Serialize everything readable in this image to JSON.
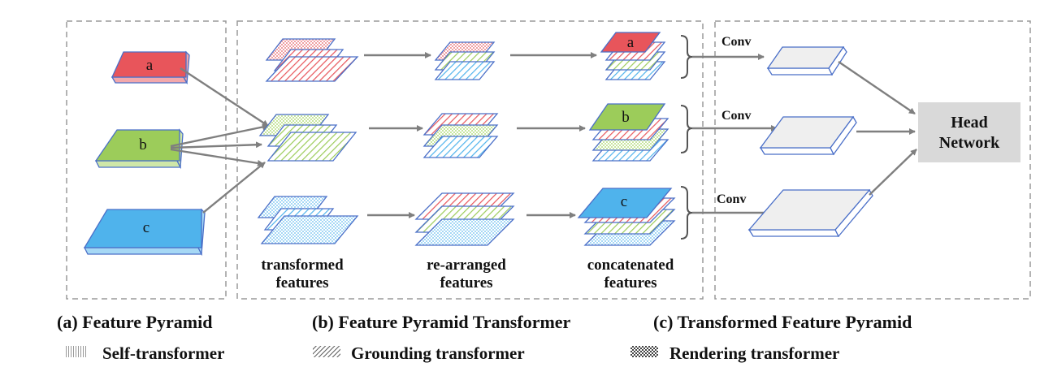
{
  "panels": {
    "a": {
      "caption": "(a) Feature Pyramid"
    },
    "b": {
      "caption": "(b) Feature Pyramid Transformer"
    },
    "c": {
      "caption": "(c) Transformed Feature Pyramid"
    }
  },
  "stage_labels": {
    "transformed": [
      "transformed",
      "features"
    ],
    "rearranged": [
      "re-arranged",
      "features"
    ],
    "concatenated": [
      "concatenated",
      "features"
    ]
  },
  "levels": [
    "a",
    "b",
    "c"
  ],
  "conv_label": "Conv",
  "head_network": [
    "Head",
    "Network"
  ],
  "legend": {
    "self": "Self-transformer",
    "grounding": "Grounding transformer",
    "rendering": "Rendering transformer"
  },
  "colors": {
    "red": "#e8555b",
    "green": "#9ccc5a",
    "blue": "#4fb3ec",
    "outline": "#4a6fc8",
    "arrow": "#7f7f7f",
    "head_bg": "#d9d9d9",
    "output_fill": "#efefef"
  }
}
